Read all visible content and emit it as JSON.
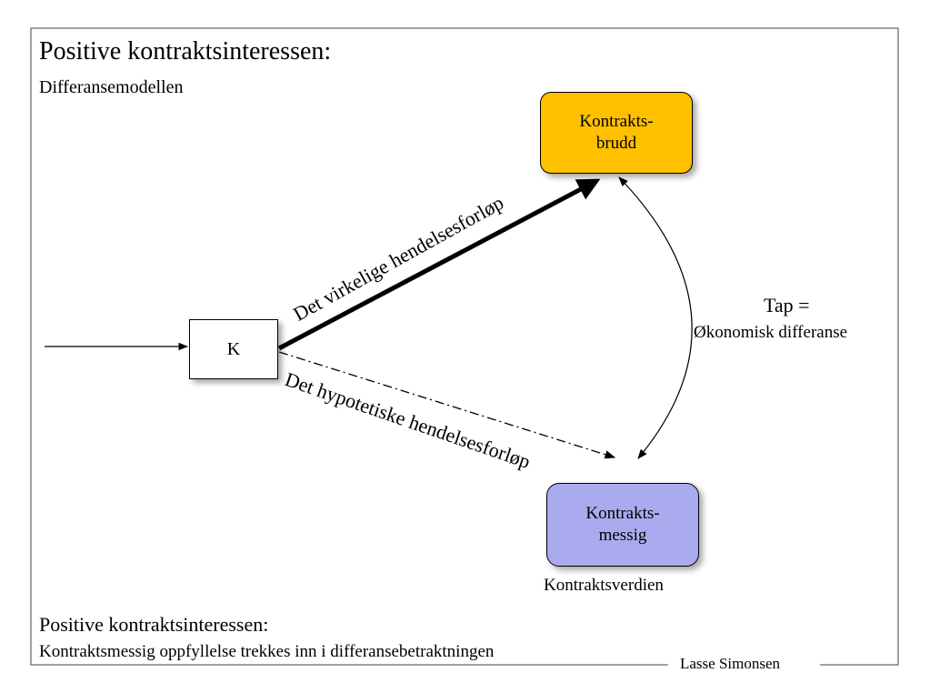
{
  "title": "Positive kontraktsinteressen:",
  "subtitle": "Differansemodellen",
  "nodes": {
    "k": "K",
    "brudd_line1": "Kontrakts-",
    "brudd_line2": "brudd",
    "messig_line1": "Kontrakts-",
    "messig_line2": "messig"
  },
  "labels": {
    "actual_path": "Det virkelige hendelsesforløp",
    "hypothetical_path": "Det hypotetiske hendelsesforløp",
    "contract_value": "Kontraktsverdien",
    "loss_title": "Tap =",
    "loss_text": "Økonomisk differanse"
  },
  "footer": {
    "title": "Positive kontraktsinteressen:",
    "text": "Kontraktsmessig oppfyllelse trekkes inn i differansebetraktningen",
    "author": "Lasse Simonsen"
  },
  "colors": {
    "brudd_fill": "#ffc000",
    "messig_fill": "#aaaaee",
    "line": "#000000"
  }
}
